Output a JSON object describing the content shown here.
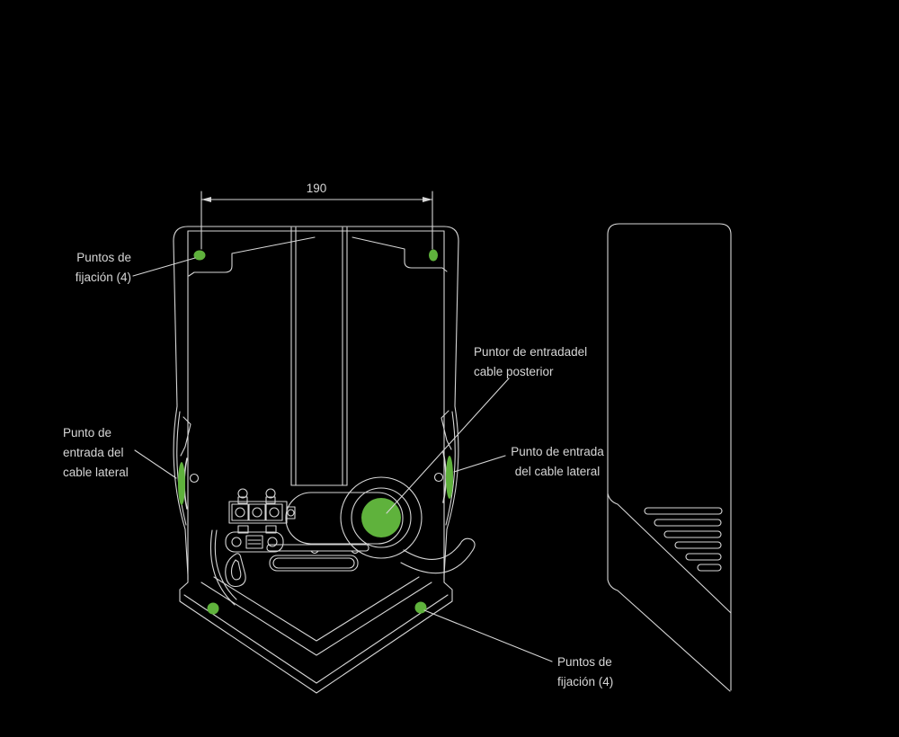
{
  "colors": {
    "background": "#000000",
    "line": "#d6d6d6",
    "text": "#d6d6d6",
    "accent_green": "#5fb23c"
  },
  "dimension": {
    "value": "190"
  },
  "labels": {
    "fixation_top": {
      "lines": [
        "Puntos de",
        "fijación (4)"
      ]
    },
    "side_entry_left": {
      "lines": [
        "Punto de",
        "entrada del",
        "cable lateral"
      ]
    },
    "rear_entry": {
      "lines": [
        "Puntor de entradadel",
        "cable posterior"
      ]
    },
    "side_entry_right": {
      "lines": [
        "Punto de entrada",
        "del cable lateral"
      ]
    },
    "fixation_bottom": {
      "lines": [
        "Puntos de",
        "fijación (4)"
      ]
    }
  }
}
